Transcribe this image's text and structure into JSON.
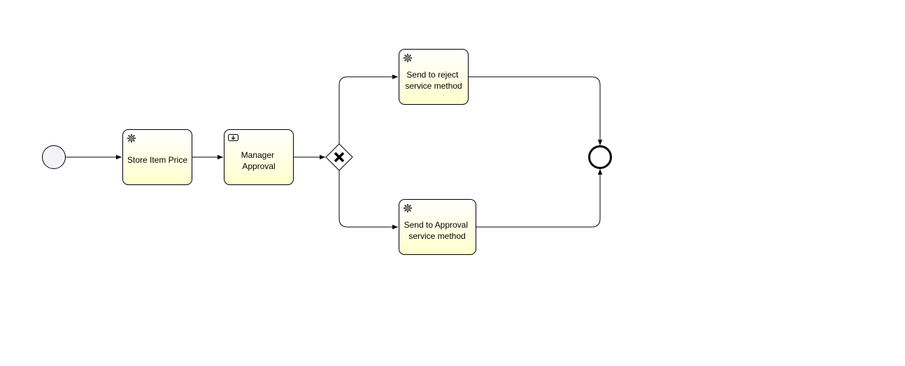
{
  "diagram": {
    "colors": {
      "stroke": "#000000",
      "task_fill_top": "#ffffff",
      "task_fill_bottom": "#ffffcc",
      "start_event_fill": "#f3f3f8"
    },
    "start_event": {
      "label": ""
    },
    "end_event": {
      "label": ""
    },
    "tasks": {
      "store_item_price": {
        "type": "service-task",
        "icon": "gear-icon",
        "label_lines": [
          "Store Item Price"
        ]
      },
      "manager_approval": {
        "type": "user-task",
        "icon": "user-task-icon",
        "label_lines": [
          "Manager",
          "Approval"
        ]
      },
      "send_reject": {
        "type": "service-task",
        "icon": "gear-icon",
        "label_lines": [
          "Send to reject",
          "service method"
        ]
      },
      "send_approval": {
        "type": "service-task",
        "icon": "gear-icon",
        "label_lines": [
          "Send to Approval",
          "service method"
        ]
      }
    },
    "gateway": {
      "type": "exclusive-gateway",
      "icon": "x-marker-icon"
    }
  }
}
